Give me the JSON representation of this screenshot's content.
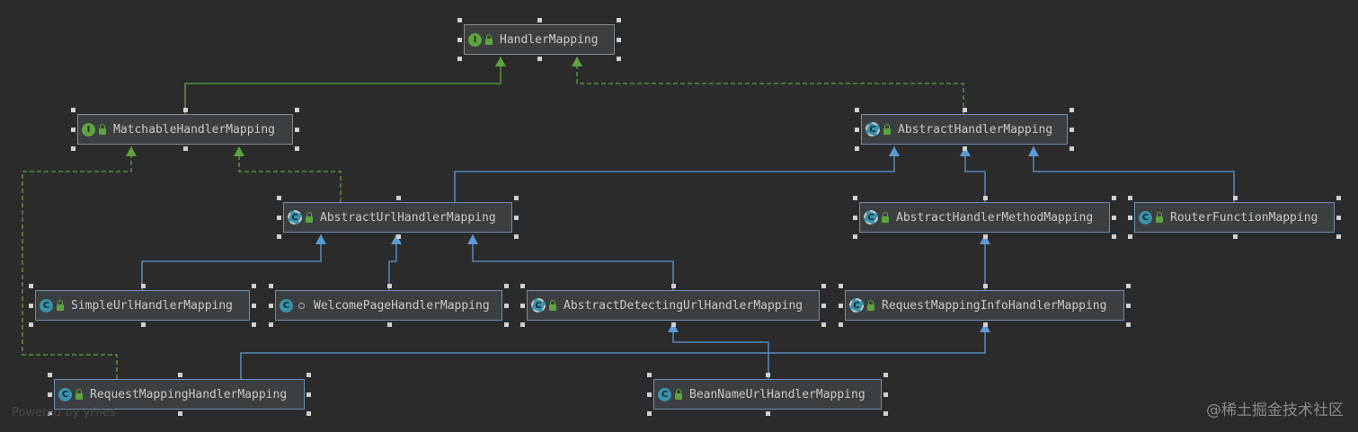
{
  "diagram": {
    "nodes": [
      {
        "id": "HandlerMapping",
        "label": "HandlerMapping",
        "kind": "interface"
      },
      {
        "id": "MatchableHandlerMapping",
        "label": "MatchableHandlerMapping",
        "kind": "interface"
      },
      {
        "id": "AbstractHandlerMapping",
        "label": "AbstractHandlerMapping",
        "kind": "abstract"
      },
      {
        "id": "AbstractUrlHandlerMapping",
        "label": "AbstractUrlHandlerMapping",
        "kind": "abstract"
      },
      {
        "id": "AbstractHandlerMethodMapping",
        "label": "AbstractHandlerMethodMapping",
        "kind": "abstract"
      },
      {
        "id": "RouterFunctionMapping",
        "label": "RouterFunctionMapping",
        "kind": "class"
      },
      {
        "id": "SimpleUrlHandlerMapping",
        "label": "SimpleUrlHandlerMapping",
        "kind": "class"
      },
      {
        "id": "WelcomePageHandlerMapping",
        "label": "WelcomePageHandlerMapping",
        "kind": "class-package"
      },
      {
        "id": "AbstractDetectingUrlHandlerMapping",
        "label": "AbstractDetectingUrlHandlerMapping",
        "kind": "abstract"
      },
      {
        "id": "RequestMappingInfoHandlerMapping",
        "label": "RequestMappingInfoHandlerMapping",
        "kind": "abstract"
      },
      {
        "id": "RequestMappingHandlerMapping",
        "label": "RequestMappingHandlerMapping",
        "kind": "class"
      },
      {
        "id": "BeanNameUrlHandlerMapping",
        "label": "BeanNameUrlHandlerMapping",
        "kind": "class"
      }
    ],
    "edges": [
      {
        "from": "MatchableHandlerMapping",
        "to": "HandlerMapping",
        "type": "extends"
      },
      {
        "from": "AbstractHandlerMapping",
        "to": "HandlerMapping",
        "type": "implements"
      },
      {
        "from": "AbstractUrlHandlerMapping",
        "to": "MatchableHandlerMapping",
        "type": "implements"
      },
      {
        "from": "RequestMappingHandlerMapping",
        "to": "MatchableHandlerMapping",
        "type": "implements"
      },
      {
        "from": "AbstractUrlHandlerMapping",
        "to": "AbstractHandlerMapping",
        "type": "extends"
      },
      {
        "from": "AbstractHandlerMethodMapping",
        "to": "AbstractHandlerMapping",
        "type": "extends"
      },
      {
        "from": "RouterFunctionMapping",
        "to": "AbstractHandlerMapping",
        "type": "extends"
      },
      {
        "from": "SimpleUrlHandlerMapping",
        "to": "AbstractUrlHandlerMapping",
        "type": "extends"
      },
      {
        "from": "WelcomePageHandlerMapping",
        "to": "AbstractUrlHandlerMapping",
        "type": "extends"
      },
      {
        "from": "AbstractDetectingUrlHandlerMapping",
        "to": "AbstractUrlHandlerMapping",
        "type": "extends"
      },
      {
        "from": "RequestMappingInfoHandlerMapping",
        "to": "AbstractHandlerMethodMapping",
        "type": "extends"
      },
      {
        "from": "RequestMappingHandlerMapping",
        "to": "RequestMappingInfoHandlerMapping",
        "type": "extends"
      },
      {
        "from": "BeanNameUrlHandlerMapping",
        "to": "AbstractDetectingUrlHandlerMapping",
        "type": "extends"
      }
    ]
  },
  "footer": {
    "powered_by": "Powered by yFiles",
    "watermark": "@稀土掘金技术社区"
  },
  "colors": {
    "background": "#2b2b2b",
    "extends_line": "#5b9bd5",
    "interface_line": "#5ea33f",
    "node_fill": "#3c3f41"
  }
}
